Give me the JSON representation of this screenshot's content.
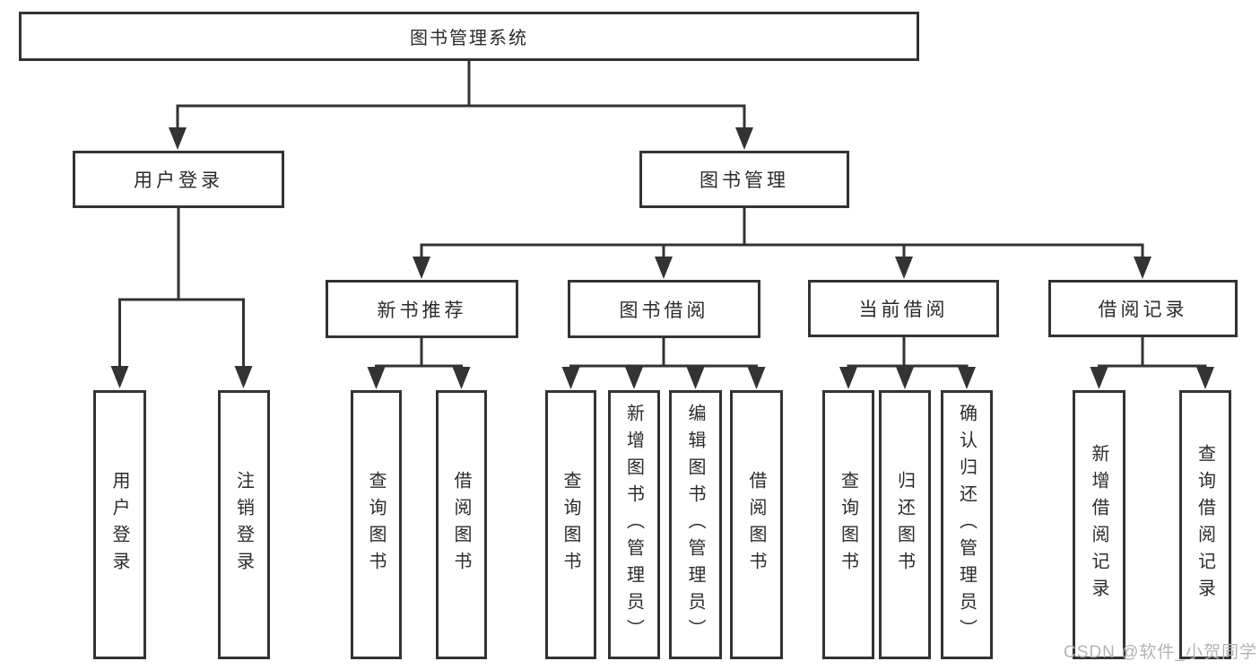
{
  "diagram": {
    "root": {
      "label": "图书管理系统"
    },
    "level2": {
      "user_login": {
        "label": "用户登录"
      },
      "book_mgmt": {
        "label": "图书管理"
      }
    },
    "level3": {
      "new_books": {
        "label": "新书推荐"
      },
      "borrow": {
        "label": "图书借阅"
      },
      "current": {
        "label": "当前借阅"
      },
      "records": {
        "label": "借阅记录"
      }
    },
    "leaves": {
      "user_login": [
        "用户登录",
        "注销登录"
      ],
      "new_books": [
        "查询图书",
        "借阅图书"
      ],
      "borrow": [
        "查询图书",
        "新增图书（管理员）",
        "编辑图书（管理员）",
        "借阅图书"
      ],
      "current": [
        "查询图书",
        "归还图书",
        "确认归还（管理员）"
      ],
      "records": [
        "新增借阅记录",
        "查询借阅记录"
      ]
    }
  },
  "watermark": {
    "text": "CSDN @软件_小贺同学"
  },
  "colors": {
    "line": "#333333",
    "text": "#2b2b2b",
    "watermark": "#b3b3b3",
    "background": "#ffffff"
  }
}
